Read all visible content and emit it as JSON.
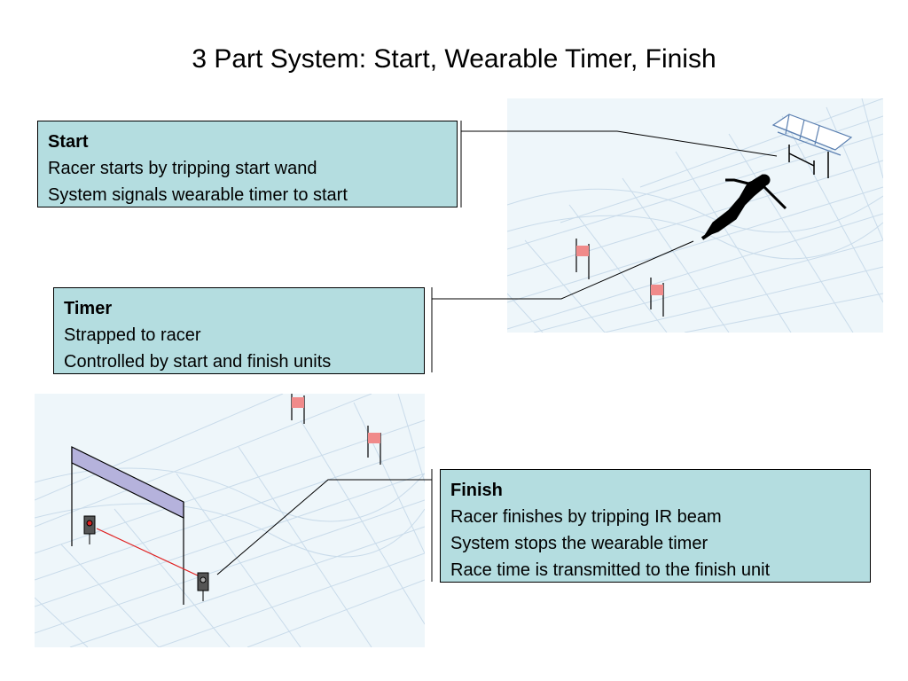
{
  "title": "3 Part System: Start, Wearable Timer, Finish",
  "start_box": {
    "heading": "Start",
    "lines": [
      "Racer starts by tripping start wand",
      "System signals wearable timer to start"
    ]
  },
  "timer_box": {
    "heading": "Timer",
    "lines": [
      "Strapped to racer",
      "Controlled by start and finish units"
    ]
  },
  "finish_box": {
    "heading": "Finish",
    "lines": [
      "Racer finishes by tripping IR beam",
      "System stops the wearable timer",
      "Race time is transmitted to the finish unit"
    ]
  },
  "colors": {
    "box_fill": "#b4dde0",
    "scene_bg": "#eef6fa",
    "grid": "#c9dbea",
    "gate_flag": "#f08a8a",
    "banner": "#b5b2dc",
    "beam": "#e02020"
  }
}
